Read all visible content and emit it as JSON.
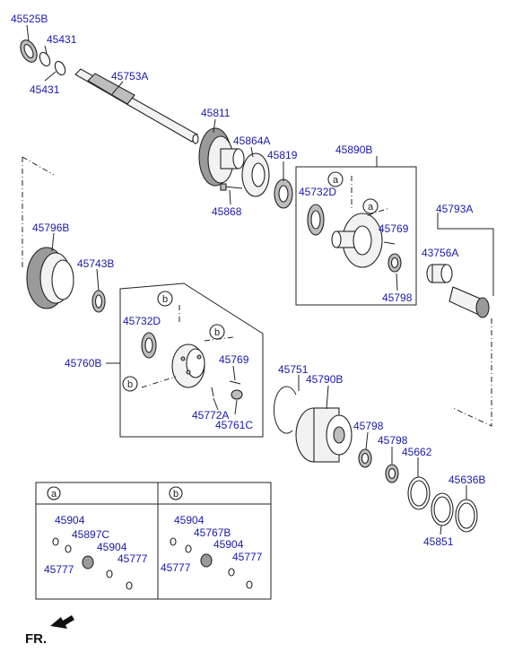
{
  "parts": {
    "p45525B": "45525B",
    "p45431_a": "45431",
    "p45431_b": "45431",
    "p45753A": "45753A",
    "p45811": "45811",
    "p45864A": "45864A",
    "p45819": "45819",
    "p45868": "45868",
    "p45890B": "45890B",
    "p45732D_a": "45732D",
    "p45769_a": "45769",
    "p45798_a": "45798",
    "p45793A": "45793A",
    "p43756A": "43756A",
    "p45796B": "45796B",
    "p45743B": "45743B",
    "p45760B": "45760B",
    "p45732D_b": "45732D",
    "p45769_b": "45769",
    "p45772A": "45772A",
    "p45761C": "45761C",
    "p45751": "45751",
    "p45790B": "45790B",
    "p45798_b": "45798",
    "p45798_c": "45798",
    "p45662": "45662",
    "p45636B": "45636B",
    "p45851": "45851"
  },
  "callouts": {
    "a": "a",
    "b": "b"
  },
  "detail_a": {
    "header": "a",
    "p45904_1": "45904",
    "p45897C": "45897C",
    "p45904_2": "45904",
    "p45777_1": "45777",
    "p45777_2": "45777"
  },
  "detail_b": {
    "header": "b",
    "p45904_1": "45904",
    "p45767B": "45767B",
    "p45904_2": "45904",
    "p45777_1": "45777",
    "p45777_2": "45777"
  },
  "footer": {
    "fr": "FR."
  }
}
